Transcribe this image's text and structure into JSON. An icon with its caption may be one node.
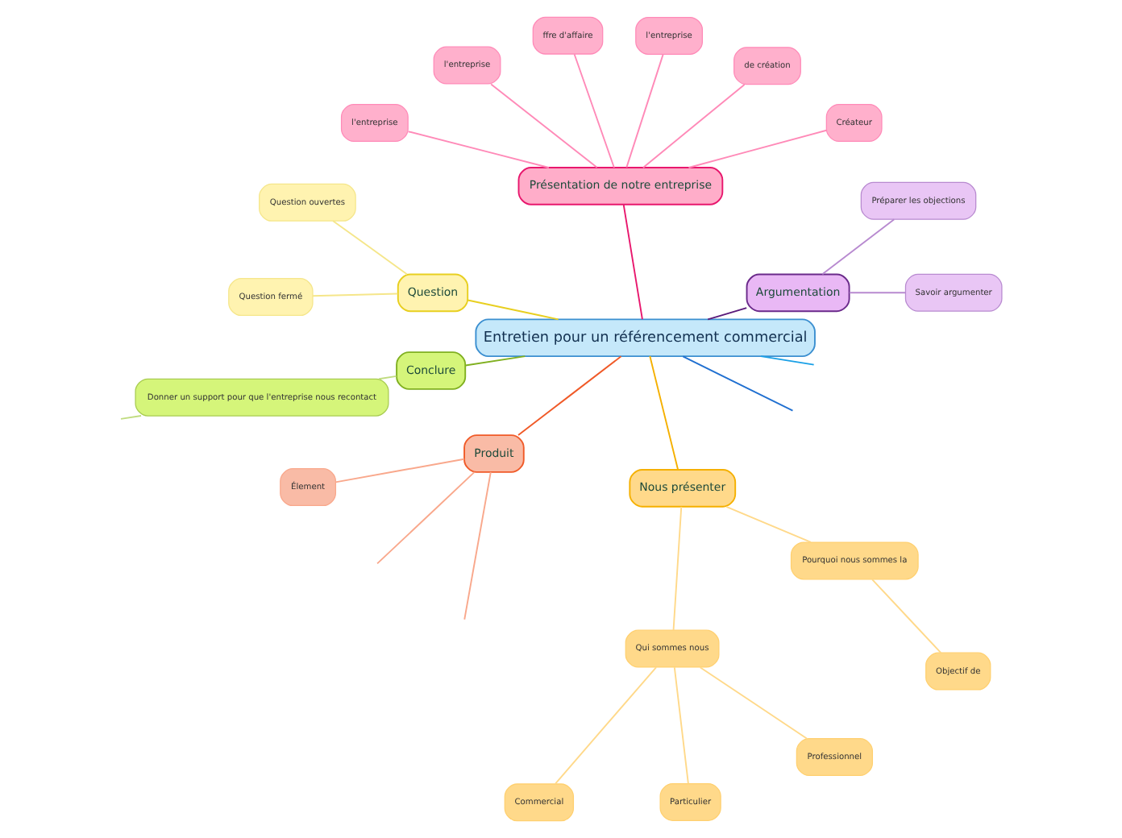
{
  "diagram": {
    "nodes": [
      {
        "text": [
          "Entretien pour un référencement commercial"
        ]
      },
      {
        "text": [
          "Argumentation"
        ]
      },
      {
        "text": [
          "Savoir argumenter"
        ]
      },
      {
        "text": [
          "Préparer les objections"
        ]
      },
      {
        "text": [
          "Présentation de notre entreprise"
        ]
      },
      {
        "text": [
          "Créateur"
        ]
      },
      {
        "text": [
          "de création"
        ]
      },
      {
        "text": [
          "l'entreprise"
        ]
      },
      {
        "text": [
          "ffre d'affaire"
        ]
      },
      {
        "text": [
          "l'entreprise"
        ]
      },
      {
        "text": [
          "l'entreprise"
        ]
      },
      {
        "text": [
          "Question"
        ]
      },
      {
        "text": [
          "Question ouvertes"
        ]
      },
      {
        "text": [
          "Question fermé"
        ]
      },
      {
        "text": [
          "Conclure"
        ]
      },
      {
        "text": [
          "Donner un support pour que l'entreprise nous recontact"
        ]
      },
      {
        "text": [
          "Produit"
        ]
      },
      {
        "text": [
          "Élement"
        ]
      },
      {
        "text": [
          "Nous présenter"
        ]
      },
      {
        "text": [
          "Qui sommes nous"
        ]
      },
      {
        "text": [
          "Commercial"
        ]
      },
      {
        "text": [
          "Particulier"
        ]
      },
      {
        "text": [
          "Professionnel"
        ]
      },
      {
        "text": [
          "Pourquoi nous sommes la"
        ]
      },
      {
        "text": [
          "Objectif de"
        ]
      }
    ],
    "edges": [
      {
        "from": 0,
        "to": null,
        "arrow": "none",
        "color": "#1f6fd0"
      },
      {
        "from": 0,
        "to": 1,
        "arrow": "none",
        "color": "#5a1a7a"
      },
      {
        "from": 1,
        "to": 2,
        "arrow": "none",
        "color": "#b88ad0"
      },
      {
        "from": 1,
        "to": 3,
        "arrow": "none",
        "color": "#b88ad0"
      },
      {
        "from": 0,
        "to": 4,
        "arrow": "none",
        "color": "#e8176d"
      },
      {
        "from": 4,
        "to": 5,
        "arrow": "none",
        "color": "#ff8ab8"
      },
      {
        "from": 4,
        "to": 6,
        "arrow": "none",
        "color": "#ff8ab8"
      },
      {
        "from": 4,
        "to": 7,
        "arrow": "none",
        "color": "#ff8ab8"
      },
      {
        "from": 4,
        "to": 8,
        "arrow": "none",
        "color": "#ff8ab8"
      },
      {
        "from": 4,
        "to": 9,
        "arrow": "none",
        "color": "#ff8ab8"
      },
      {
        "from": 4,
        "to": 10,
        "arrow": "none",
        "color": "#ff8ab8"
      },
      {
        "from": 0,
        "to": 11,
        "arrow": "none",
        "color": "#e8cf20"
      },
      {
        "from": 11,
        "to": 12,
        "arrow": "none",
        "color": "#f5e68a"
      },
      {
        "from": 11,
        "to": 13,
        "arrow": "none",
        "color": "#f5e68a"
      },
      {
        "from": 0,
        "to": 14,
        "arrow": "none",
        "color": "#80b020"
      },
      {
        "from": 14,
        "to": 15,
        "arrow": "none",
        "color": "#c0dc80"
      },
      {
        "from": 15,
        "to": null,
        "arrow": "none",
        "color": "#c0dc80"
      },
      {
        "from": 0,
        "to": 16,
        "arrow": "none",
        "color": "#f05a28"
      },
      {
        "from": 16,
        "to": null,
        "arrow": "none",
        "color": "#f9a88c"
      },
      {
        "from": 16,
        "to": null,
        "arrow": "none",
        "color": "#f9a88c"
      },
      {
        "from": 16,
        "to": 17,
        "arrow": "none",
        "color": "#f9a88c"
      },
      {
        "from": 0,
        "to": 18,
        "arrow": "none",
        "color": "#f5b000"
      },
      {
        "from": 18,
        "to": 19,
        "arrow": "none",
        "color": "#ffd98a"
      },
      {
        "from": 19,
        "to": 20,
        "arrow": "none",
        "color": "#ffd98a"
      },
      {
        "from": 19,
        "to": 21,
        "arrow": "none",
        "color": "#ffd98a"
      },
      {
        "from": 19,
        "to": 22,
        "arrow": "none",
        "color": "#ffd98a"
      },
      {
        "from": 18,
        "to": 23,
        "arrow": "none",
        "color": "#ffd98a"
      },
      {
        "from": 23,
        "to": 24,
        "arrow": "none",
        "color": "#ffd98a"
      },
      {
        "from": 0,
        "to": null,
        "arrow": "none",
        "color": "#1aa0e6"
      }
    ]
  }
}
